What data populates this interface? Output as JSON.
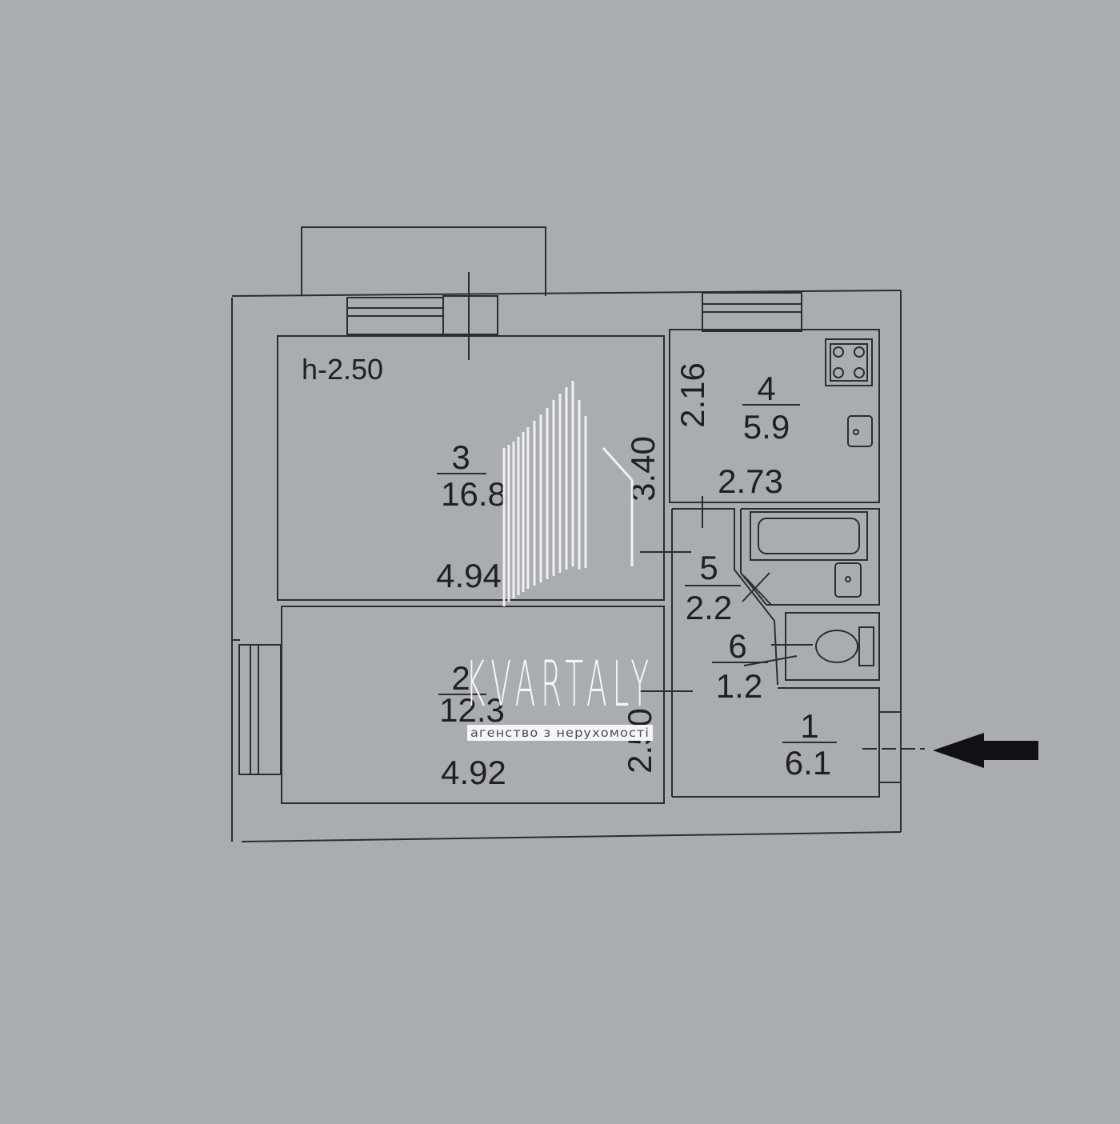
{
  "plan": {
    "height_label": "h-2.50",
    "colors": {
      "background": "#a9acb1",
      "line": "#2b2d31",
      "text": "#1f2023",
      "arrow": "#101114",
      "watermark": "#f4f5f7"
    },
    "rooms": [
      {
        "id": "1",
        "number": "1",
        "area": "6.1"
      },
      {
        "id": "2",
        "number": "2",
        "area": "12.3"
      },
      {
        "id": "3",
        "number": "3",
        "area": "16.8"
      },
      {
        "id": "4",
        "number": "4",
        "area": "5.9"
      },
      {
        "id": "5",
        "number": "5",
        "area": "2.2"
      },
      {
        "id": "6",
        "number": "6",
        "area": "1.2"
      }
    ],
    "dimensions": {
      "room3_width": "4.94",
      "room3_depth": "3.40",
      "room2_width": "4.92",
      "room2_depth": "2.50",
      "room4_width": "2.73",
      "room4_depth": "2.16"
    },
    "fixtures": [
      "stove-icon",
      "kitchen-sink-icon",
      "bathtub-icon",
      "washbasin-icon",
      "toilet-icon"
    ],
    "entrance": "entrance-arrow-icon"
  },
  "watermark": {
    "brand": "KVARTALY",
    "tagline": "агенство з нерухомості"
  }
}
